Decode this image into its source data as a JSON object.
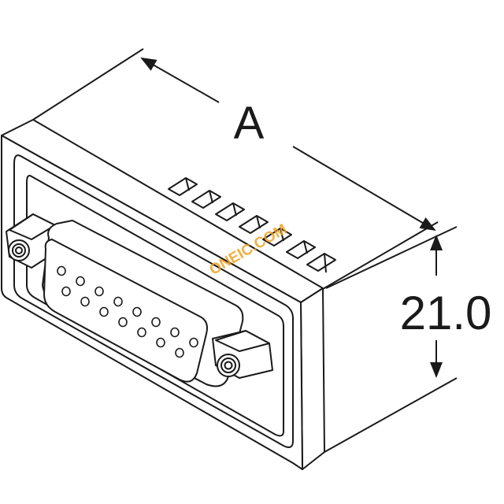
{
  "drawing": {
    "dimension_a_label": "A",
    "dimension_height_label": "21.0",
    "watermark_text": "ONEIC.COM",
    "colors": {
      "line": "#1a1a1a",
      "fill": "#ffffff",
      "watermark": "#f0a020"
    },
    "pin_rows": [
      8,
      7
    ]
  }
}
